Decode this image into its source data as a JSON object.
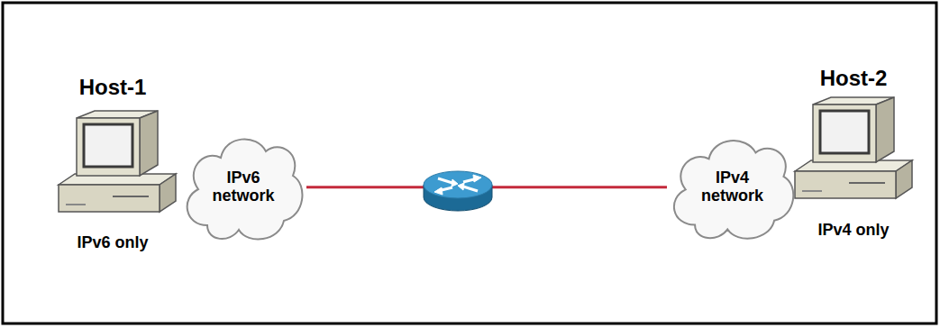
{
  "diagram": {
    "nodes": [
      {
        "text": [
          "Host-1",
          "IPv6 only"
        ]
      },
      {
        "text": [
          "IPv6 network"
        ]
      },
      {
        "text": [
          "IPv4 network"
        ]
      },
      {
        "text": [
          "Host-2",
          "IPv4 only"
        ]
      }
    ],
    "edges": [
      {
        "from": 1,
        "to": 2,
        "arrow": "none"
      }
    ]
  }
}
